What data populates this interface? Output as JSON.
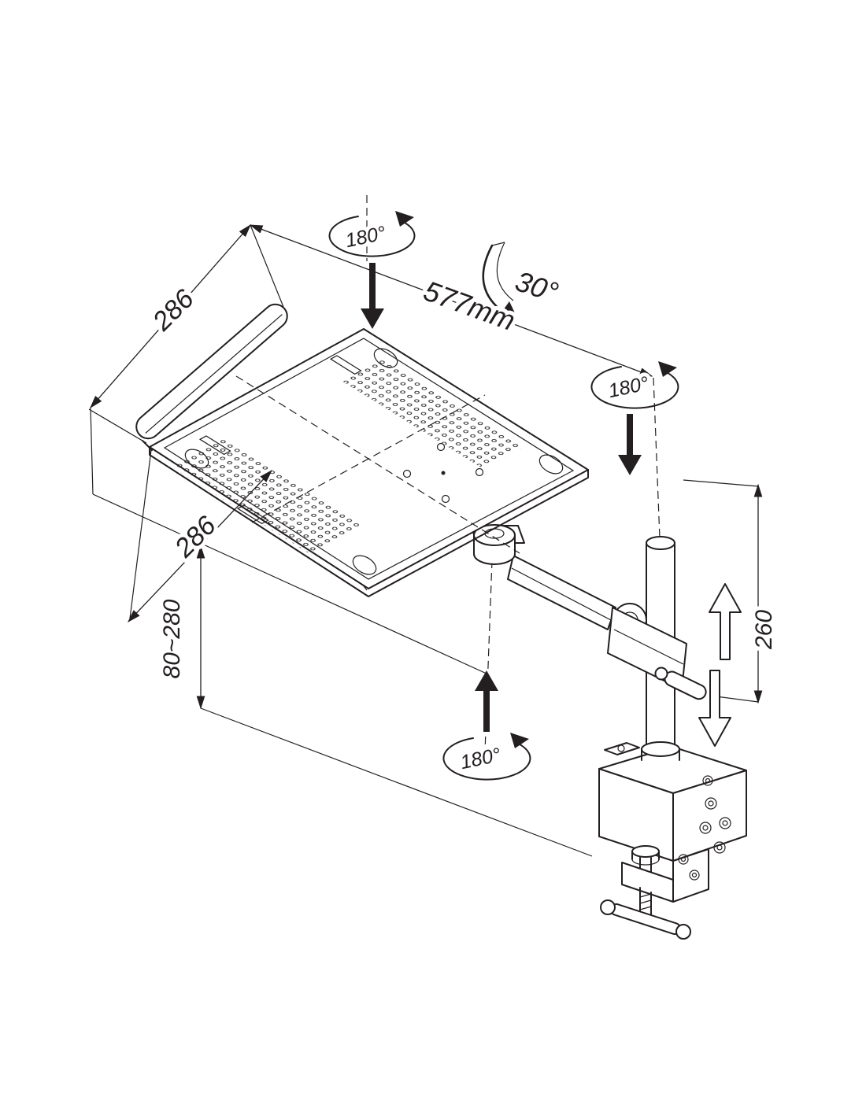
{
  "drawing": {
    "description": "isometric technical drawing of a desk-clamp laptop tray arm",
    "labels": {
      "depth_top": "286",
      "width": "577mm",
      "tilt": "30°",
      "rot_tray": "180°",
      "rot_pole": "180°",
      "rot_arm": "180°",
      "depth_bottom": "286",
      "height_range": "80~280",
      "pole_height": "260"
    },
    "colors": {
      "line": "#231f20",
      "background": "#ffffff"
    }
  }
}
